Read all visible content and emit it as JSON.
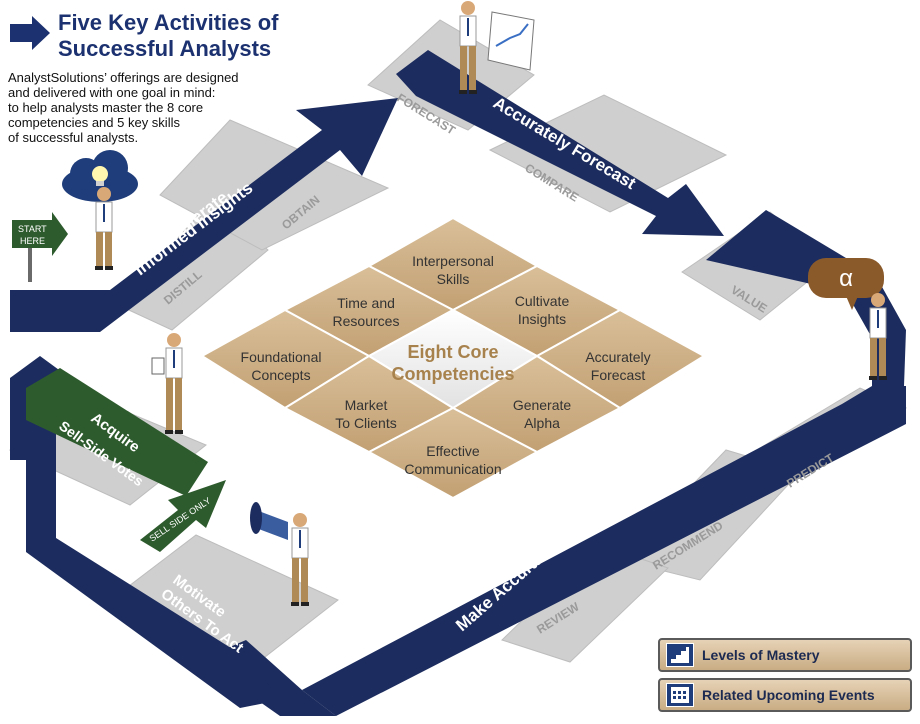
{
  "title": {
    "line1": "Five Key Activities of",
    "line2": "Successful Analysts"
  },
  "intro": [
    "AnalystSolutions’ offerings are designed",
    "and delivered with one goal in mind:",
    "to help analysts master the 8 core",
    "competencies and 5 key skills",
    "of successful analysts."
  ],
  "start_sign": {
    "line1": "START",
    "line2": "HERE"
  },
  "activities": {
    "insights": {
      "line1": "Generate",
      "line2": "Informed Insights",
      "steps": [
        "DISTILL",
        "OBTAIN"
      ]
    },
    "forecast": {
      "label": "Accurately Forecast",
      "steps": [
        "FORECAST",
        "COMPARE"
      ]
    },
    "recommend": {
      "label": "Make Accurate Stock Recommendations",
      "steps": [
        "VALUE",
        "PREDICT",
        "RECOMMEND",
        "REVIEW"
      ]
    },
    "motivate": {
      "line1": "Motivate",
      "line2": "Others To Act",
      "sign": "SELL SIDE ONLY"
    },
    "votes": {
      "line1": "Acquire",
      "line2": "Sell-Side Votes"
    }
  },
  "alpha_symbol": "α",
  "competencies": {
    "center_line1": "Eight Core",
    "center_line2": "Competencies",
    "tiles": [
      {
        "line1": "Interpersonal",
        "line2": "Skills"
      },
      {
        "line1": "Time and",
        "line2": "Resources"
      },
      {
        "line1": "Cultivate",
        "line2": "Insights"
      },
      {
        "line1": "Foundational",
        "line2": "Concepts"
      },
      {
        "line1": "Accurately",
        "line2": "Forecast"
      },
      {
        "line1": "Market",
        "line2": "To Clients"
      },
      {
        "line1": "Generate",
        "line2": "Alpha"
      },
      {
        "line1": "Effective",
        "line2": "Communication"
      }
    ]
  },
  "buttons": {
    "mastery": "Levels of Mastery",
    "events": "Related Upcoming Events"
  },
  "colors": {
    "navy": "#1c2c5e",
    "green": "#2e5b2e",
    "tan": "#c9a77c",
    "gray": "#c8c8c8"
  }
}
